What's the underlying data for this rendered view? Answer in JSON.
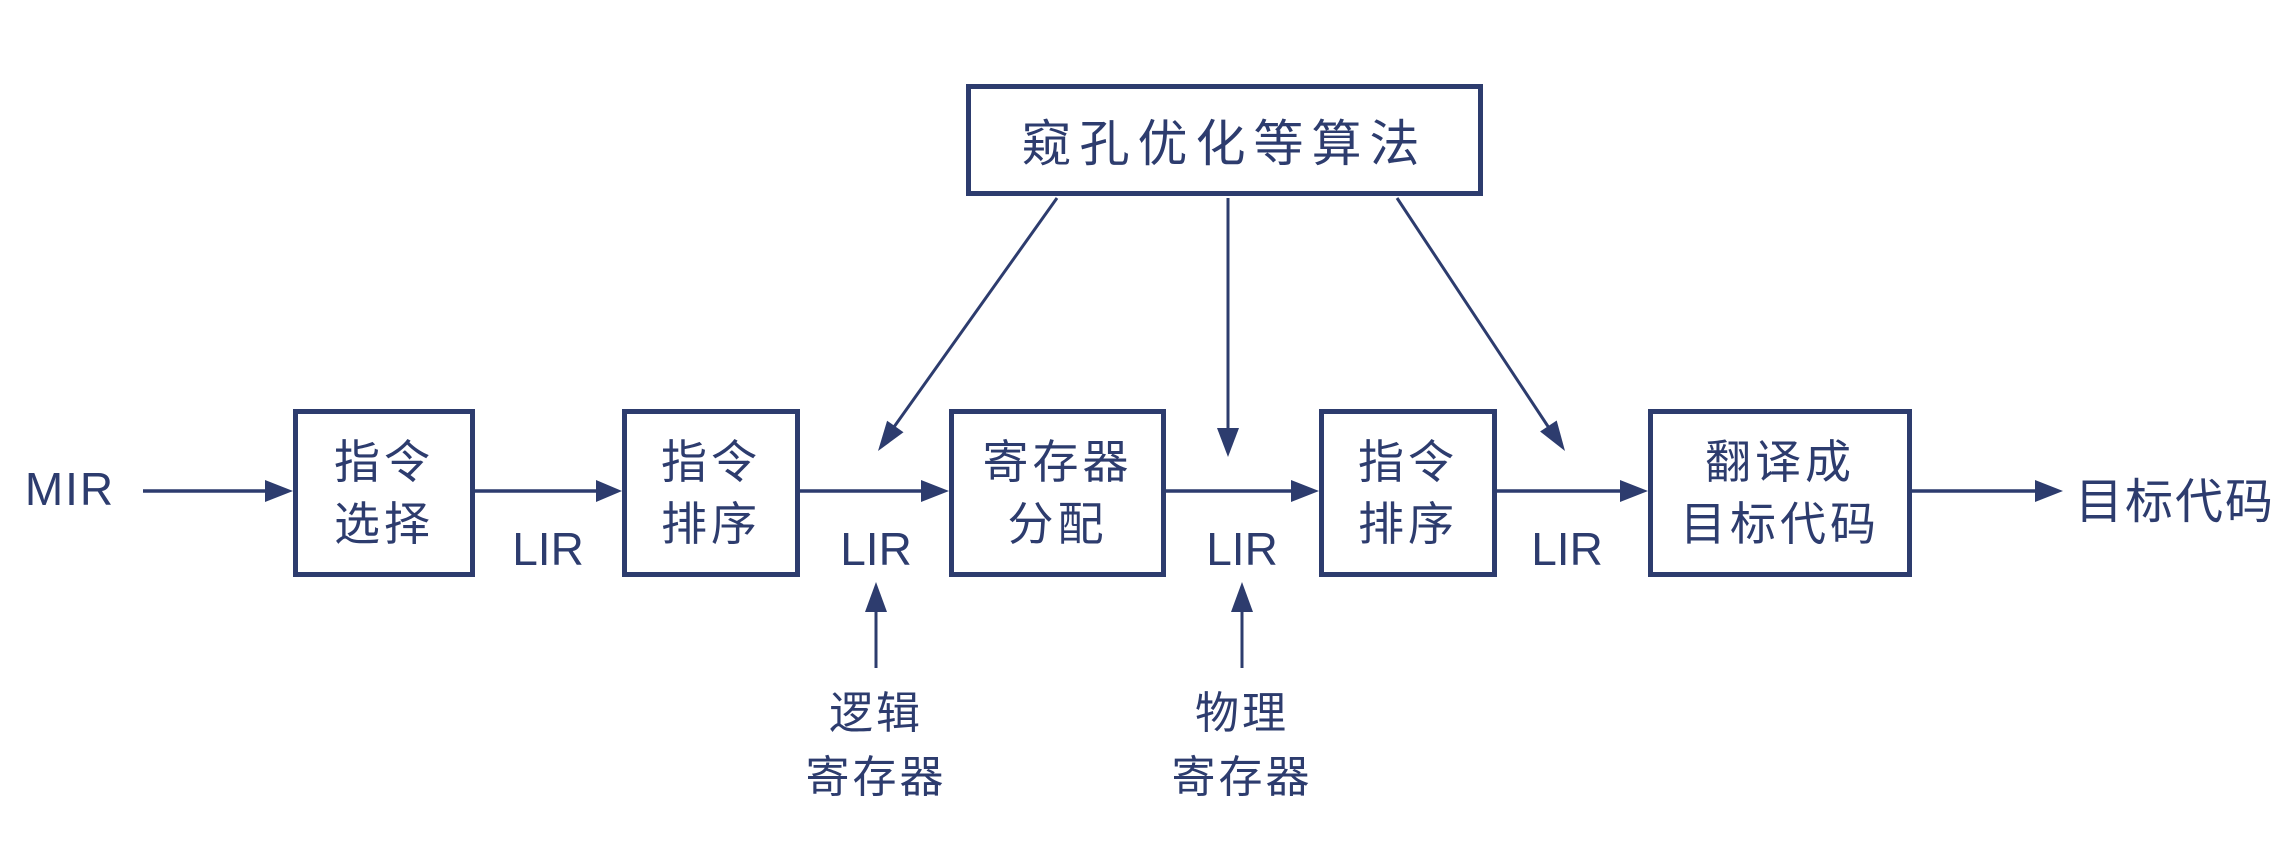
{
  "colors": {
    "ink": "#2d3c6e",
    "background": "#ffffff"
  },
  "diagram": {
    "optimizer_box": {
      "label": "窥孔优化等算法"
    },
    "input_label": "MIR",
    "output_label": "目标代码",
    "stages": [
      {
        "line1": "指令",
        "line2": "选择"
      },
      {
        "line1": "指令",
        "line2": "排序"
      },
      {
        "line1": "寄存器",
        "line2": "分配"
      },
      {
        "line1": "指令",
        "line2": "排序"
      },
      {
        "line1": "翻译成",
        "line2": "目标代码"
      }
    ],
    "edge_labels": [
      "LIR",
      "LIR",
      "LIR",
      "LIR"
    ],
    "annotations": [
      {
        "line1": "逻辑",
        "line2": "寄存器"
      },
      {
        "line1": "物理",
        "line2": "寄存器"
      }
    ]
  }
}
